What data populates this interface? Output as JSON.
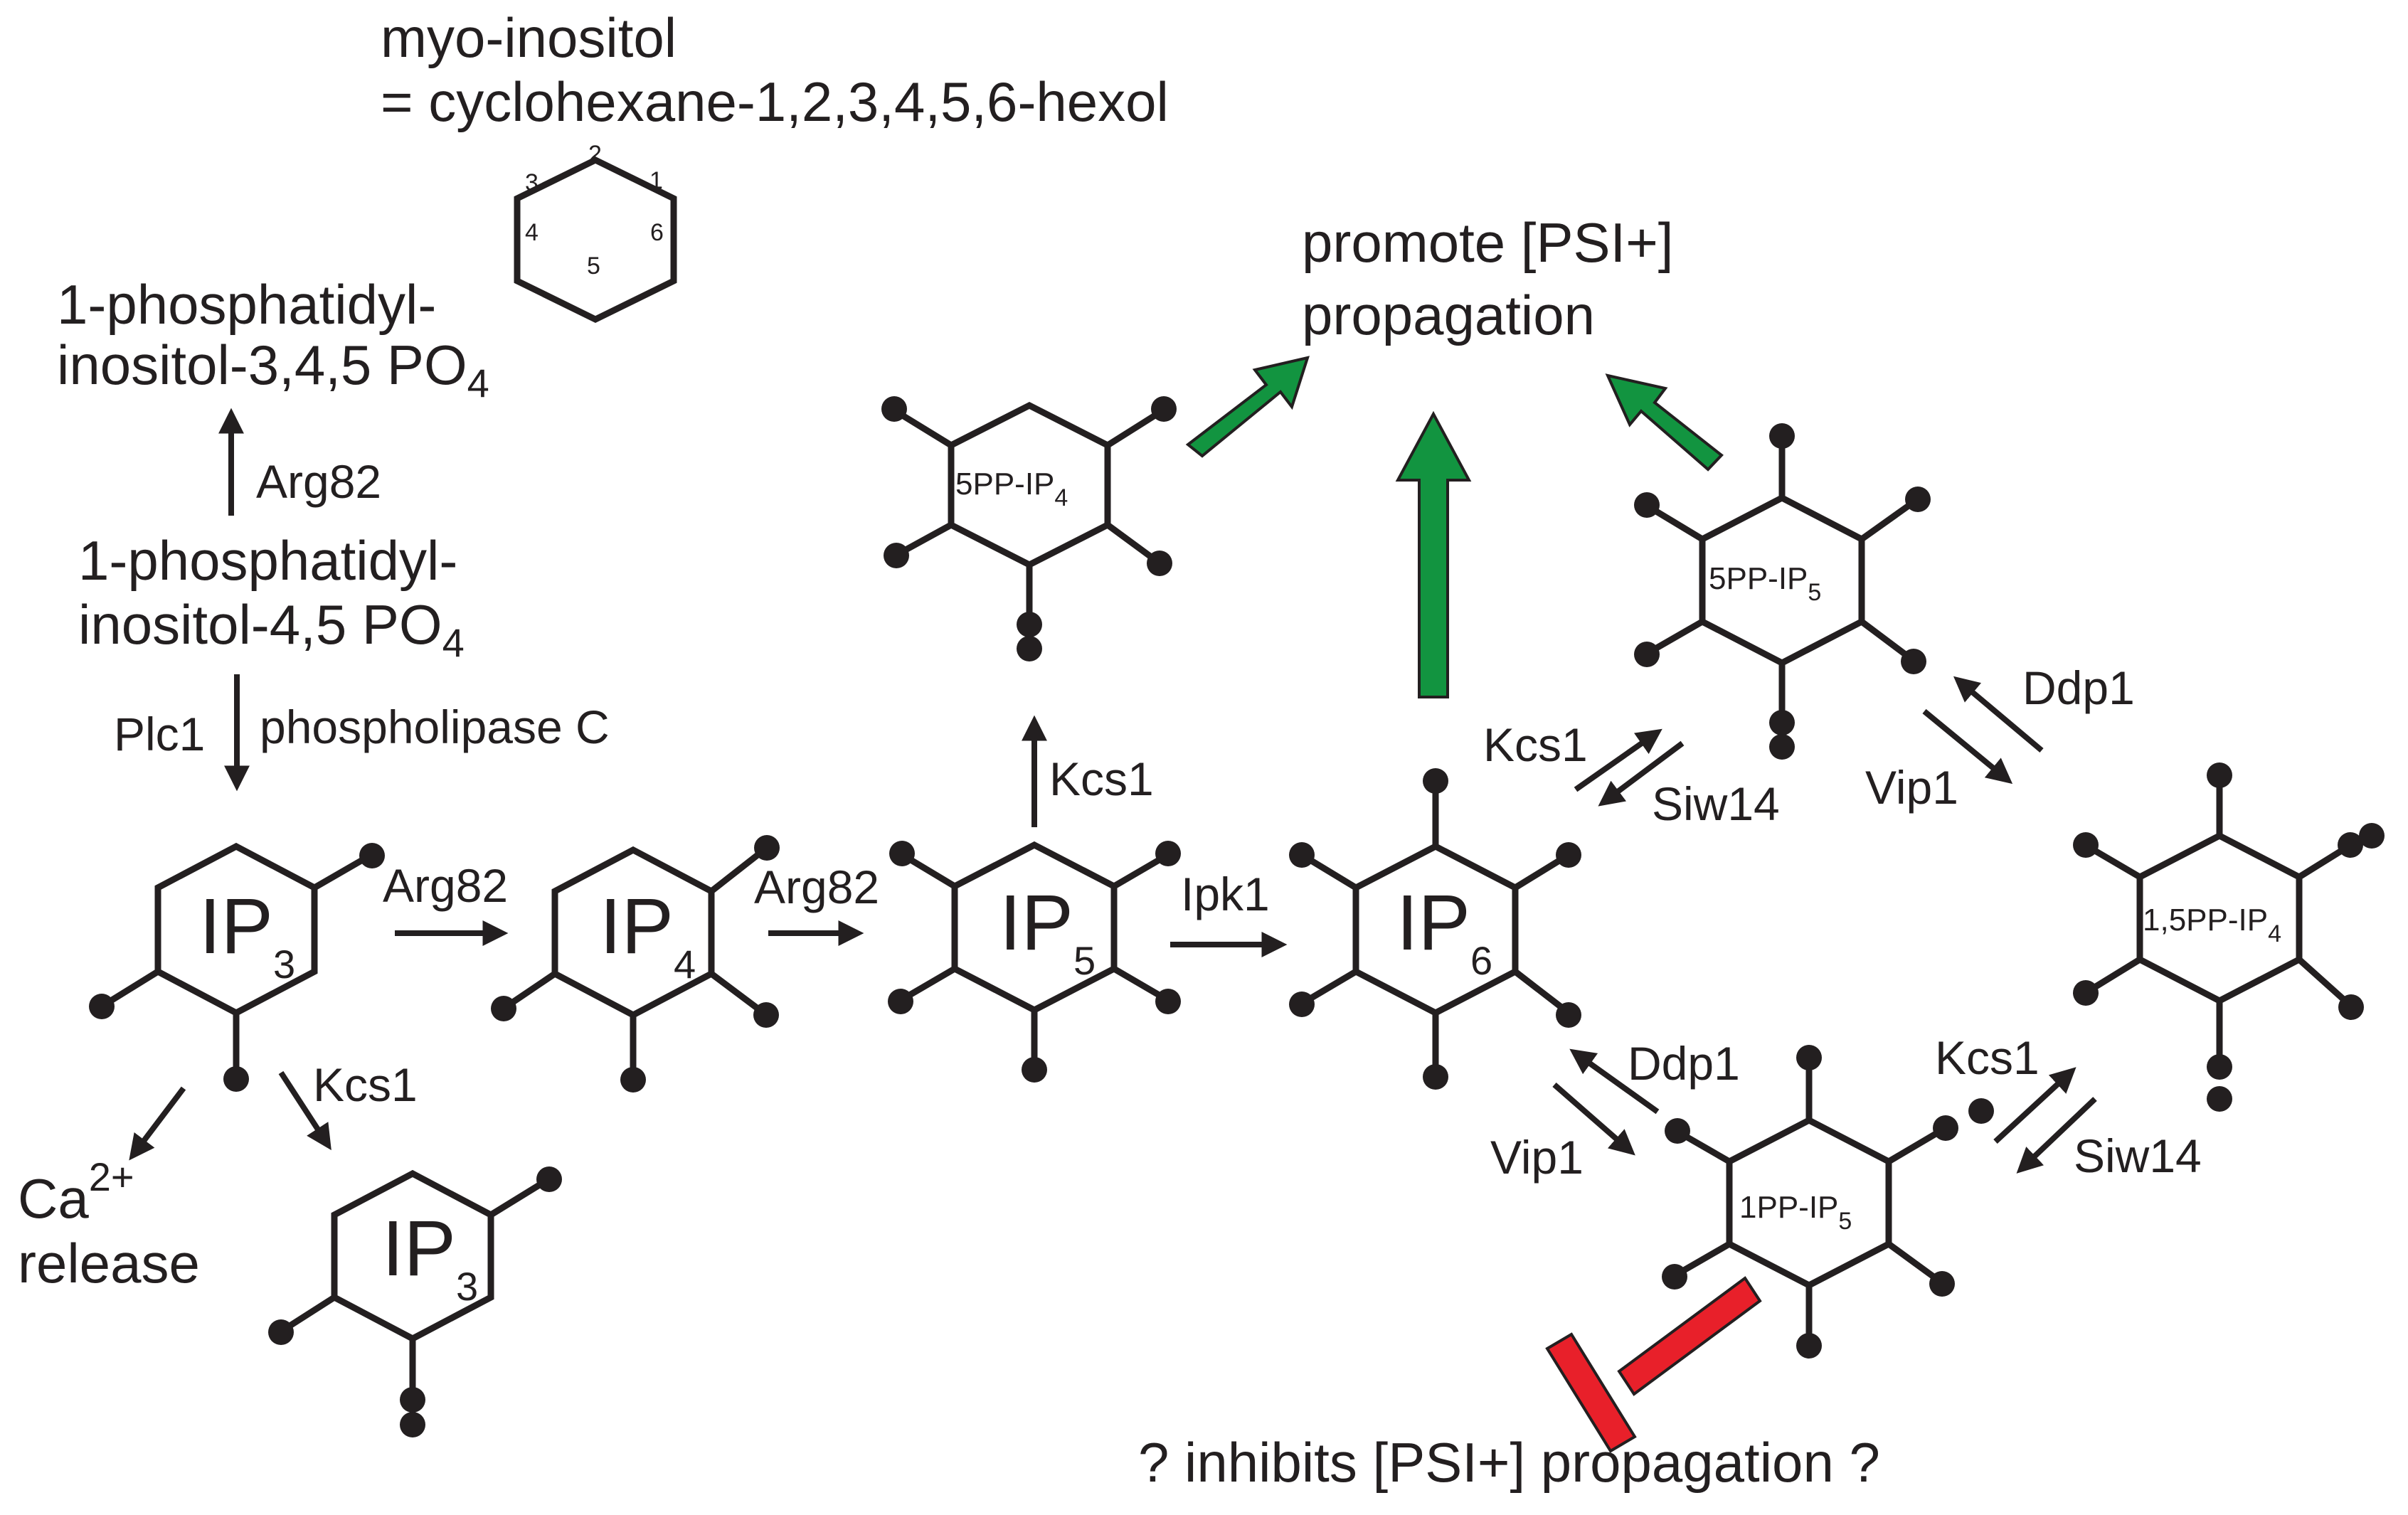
{
  "myo": {
    "line1": "myo-inositol",
    "line2": "= cyclohexane-1,2,3,4,5,6-hexol",
    "numbers": [
      "1",
      "2",
      "3",
      "4",
      "5",
      "6"
    ]
  },
  "pip3": {
    "line1": "1-phosphatidyl-",
    "line2": "inositol-3,4,5 PO",
    "sub": "4"
  },
  "pip2": {
    "line1": "1-phosphatidyl-",
    "line2": "inositol-4,5 PO",
    "sub": "4"
  },
  "enzymes": {
    "arg82_pip": "Arg82",
    "plc1": "Plc1",
    "phospholipase": "phospholipase C",
    "arg82_a": "Arg82",
    "arg82_b": "Arg82",
    "ipk1": "Ipk1",
    "kcs1_ip5": "Kcs1",
    "kcs1_ip3": "Kcs1",
    "kcs1_upper": "Kcs1",
    "siw14_upper": "Siw14",
    "ddp1_upper": "Ddp1",
    "vip1_upper": "Vip1",
    "ddp1_lower": "Ddp1",
    "vip1_lower": "Vip1",
    "kcs1_lower": "Kcs1",
    "siw14_lower": "Siw14"
  },
  "molecules": {
    "ip3": {
      "main": "IP",
      "sub": "3"
    },
    "ip4": {
      "main": "IP",
      "sub": "4"
    },
    "ip5": {
      "main": "IP",
      "sub": "5"
    },
    "ip6": {
      "main": "IP",
      "sub": "6"
    },
    "ip3b": {
      "main": "IP",
      "sub": "3"
    },
    "pp_ip4_5": {
      "main": "5PP-IP",
      "sub": "4"
    },
    "pp_ip5_5": {
      "main": "5PP-IP",
      "sub": "5"
    },
    "pp_ip4_15": {
      "main": "1,5PP-IP",
      "sub": "4"
    },
    "pp_ip5_1": {
      "main": "1PP-IP",
      "sub": "5"
    }
  },
  "calcium": {
    "ca": "Ca",
    "sup": "2+",
    "release": "release"
  },
  "promote": {
    "line1": "promote [PSI+]",
    "line2": "propagation"
  },
  "inhibit": {
    "text": "? inhibits [PSI+] propagation ?"
  },
  "colors": {
    "promote_arrow": "#129440",
    "inhibit_bar": "#e8202a",
    "ink": "#231f20"
  }
}
